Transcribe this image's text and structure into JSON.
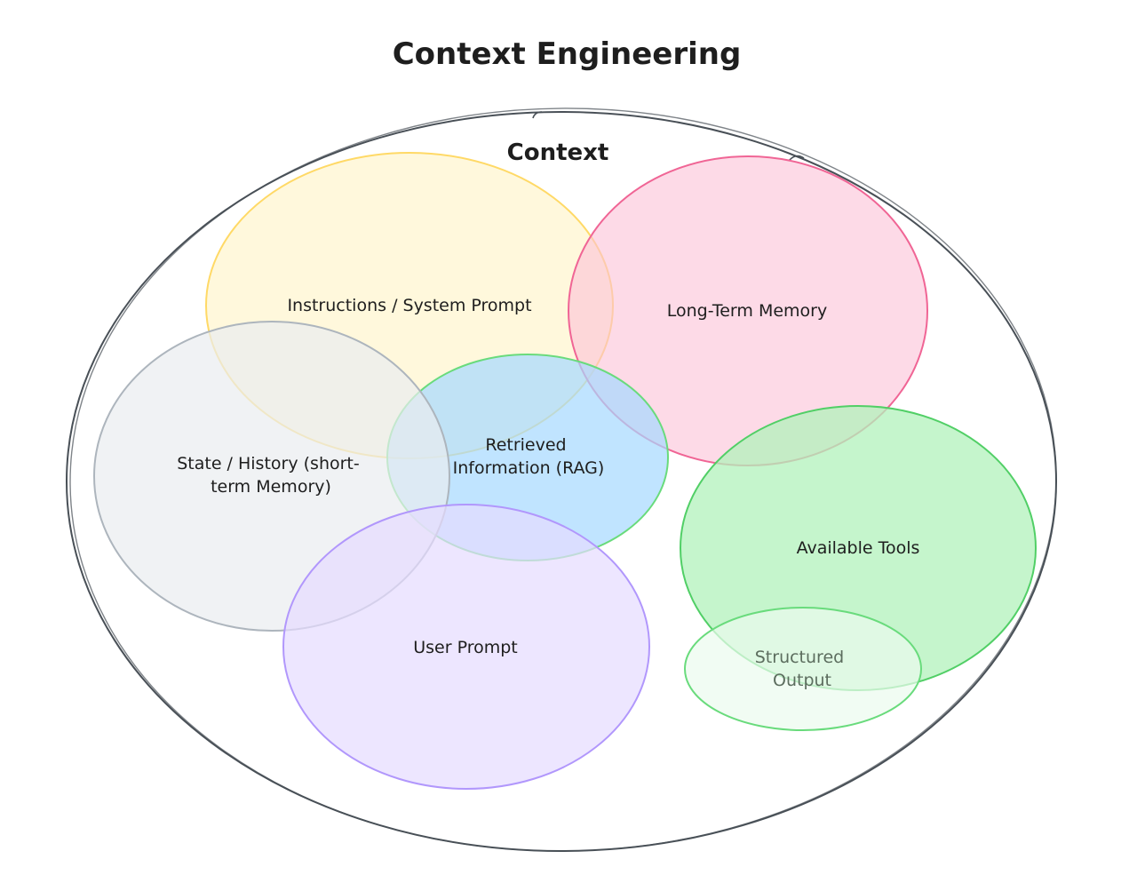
{
  "title": "Context Engineering",
  "container": {
    "label": "Context",
    "stroke": "#495057"
  },
  "regions": {
    "instructions": {
      "lines": [
        "Instructions / System Prompt"
      ],
      "fill": "#fff3bf",
      "stroke": "#ffd966"
    },
    "long_term_memory": {
      "lines": [
        "Long-Term Memory"
      ],
      "fill": "#fcc2d7",
      "stroke": "#f06595"
    },
    "state_history": {
      "lines": [
        "State / History (short-",
        "term Memory)"
      ],
      "fill": "#e9ecef",
      "stroke": "#adb5bd"
    },
    "retrieved_info": {
      "lines": [
        "Retrieved",
        "Information (RAG)"
      ],
      "fill": "#a5d8ff",
      "stroke": "#69db7c"
    },
    "available_tools": {
      "lines": [
        "Available Tools"
      ],
      "fill": "#b2f2bb",
      "stroke": "#51cf66"
    },
    "user_prompt": {
      "lines": [
        "User Prompt"
      ],
      "fill": "#e5dbff",
      "stroke": "#b197fc"
    },
    "structured_output": {
      "lines": [
        "Structured",
        "Output"
      ],
      "fill": "#ebfbee",
      "stroke": "#69db7c"
    }
  }
}
